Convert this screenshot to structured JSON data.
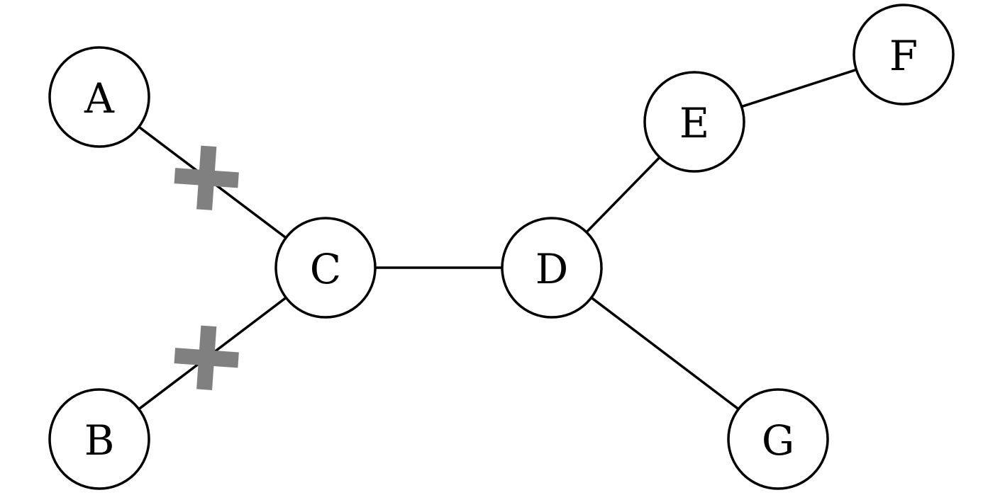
{
  "diagram": {
    "nodes": [
      {
        "id": "A",
        "label": "A"
      },
      {
        "id": "B",
        "label": "B"
      },
      {
        "id": "C",
        "label": "C"
      },
      {
        "id": "D",
        "label": "D"
      },
      {
        "id": "E",
        "label": "E"
      },
      {
        "id": "F",
        "label": "F"
      },
      {
        "id": "G",
        "label": "G"
      }
    ],
    "edges": [
      {
        "from": "A",
        "to": "C",
        "cut": true
      },
      {
        "from": "B",
        "to": "C",
        "cut": true
      },
      {
        "from": "C",
        "to": "D",
        "cut": false
      },
      {
        "from": "D",
        "to": "E",
        "cut": false
      },
      {
        "from": "E",
        "to": "F",
        "cut": false
      },
      {
        "from": "D",
        "to": "G",
        "cut": false
      }
    ],
    "colors": {
      "edge": "#000000",
      "node_fill": "#ffffff",
      "node_stroke": "#000000",
      "cut_marker": "#808080"
    },
    "icons": {
      "cut_marker": "cross-mark-icon"
    }
  }
}
